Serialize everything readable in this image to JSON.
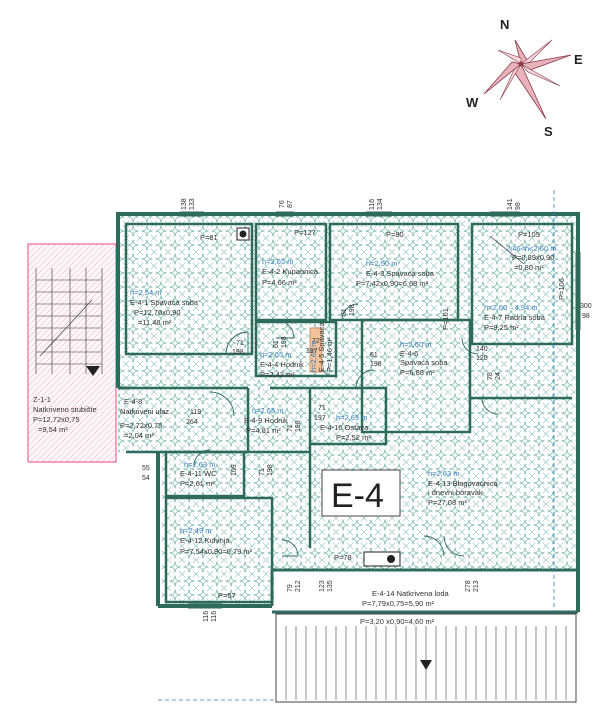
{
  "compass": {
    "n": "N",
    "e": "E",
    "s": "S",
    "w": "W",
    "colors": {
      "rose_fill": "#e8b3bc",
      "rose_stroke": "#8a3a48"
    }
  },
  "unit_label": "E-4",
  "colors": {
    "wall": "#2f6b5a",
    "floor_pattern": "#5aa899",
    "stair_hatch": "#e84a7a",
    "dim_line": "#444444",
    "height_text": "#3a7fbf"
  },
  "rooms": {
    "e41": {
      "height": "h=2,54 m",
      "name": "E-4-1 Spavaća soba",
      "formula": "P=12,76x0,90",
      "area": "=11,48 m²",
      "window": "P=81"
    },
    "e42": {
      "height": "h=2,65 m",
      "name": "E-4-2 Kupaonica",
      "area": "P=4,66 m²",
      "window": "P=127"
    },
    "e43": {
      "height": "h=2,50 m",
      "name": "E-4-3 Spavaća soba",
      "area": "P=7,42x0,90=6,68 m²",
      "window": "P=80"
    },
    "e44": {
      "height": "h=2,65 m",
      "name": "E-4-4 Hodnik",
      "area": "P=2,42 m²"
    },
    "e45": {
      "height": "h=2,65 m",
      "name": "E-4-5 Spavaća",
      "area": "P=1,46 m²"
    },
    "e46": {
      "height": "h=2,60 m",
      "name": "E-4-6",
      "sub": "Spavaća soba",
      "area": "P=6,88 m²",
      "window": "P=101"
    },
    "e47": {
      "height": "h=2,60→4,94 m",
      "name": "E-4-7 Radna soba",
      "area": "P=9,25 m²",
      "window": "P=105",
      "window_side": "P=106",
      "extra_height": "2,46<h<2,60 m",
      "extra_formula": "P=0,89x0,90",
      "extra_area": "=0,80 m²"
    },
    "e48": {
      "name": "E-4-8",
      "sub": "Natkriveni ulaz",
      "formula": "P=2,72x0,75",
      "area": "=2,04 m²"
    },
    "e49": {
      "height": "h=2,65 m",
      "name": "E-4-9 Hodnik",
      "area": "P=4,81 m²"
    },
    "e410": {
      "height": "h=2,65 m",
      "name": "E-4-10 Ostava",
      "area": "P=2,52 m²"
    },
    "e411": {
      "height": "h=2,63 m",
      "name": "E-4-11 WC",
      "area": "P=2,61 m²"
    },
    "e412": {
      "height": "h=2,49 m",
      "name": "E-4-12 Kuhinja",
      "area": "P=7,54x0,90=6,79 m²",
      "window": "P=57"
    },
    "e413": {
      "height": "h=2,63 m",
      "name": "E-4-13 Blagovaonica",
      "sub": "i dnevni boravak",
      "area": "P=27,08 m²",
      "window": "P=78"
    },
    "e414": {
      "name": "E-4-14 Natkrivena loda",
      "area": "P=7,79x0,75=5,90 m²",
      "terrace": "P=3,20 x0,90=4,60 m²"
    }
  },
  "stair": {
    "name": "Z-1-1",
    "sub": "Natkriveno stubište",
    "formula": "P=12,72x0,75",
    "area": "=9,54 m²"
  },
  "dims": {
    "d1": "138",
    "d2": "133",
    "d3": "76",
    "d4": "87",
    "d5": "116",
    "d6": "134",
    "d7": "141",
    "d8": "98",
    "d9": "300",
    "d10": "98",
    "d11": "72",
    "d12": "197",
    "d13": "71",
    "d14": "198",
    "d15": "61",
    "d16": "198",
    "d17": "61",
    "d18": "198",
    "d19": "140",
    "d20": "120",
    "d21": "78",
    "d22": "24",
    "d23": "119",
    "d24": "264",
    "d25": "71",
    "d26": "197",
    "d27": "71",
    "d28": "198",
    "d29": "55",
    "d30": "54",
    "d31": "109",
    "d32": "71",
    "d33": "198",
    "d34": "79",
    "d35": "212",
    "d36": "123",
    "d37": "135",
    "d38": "278",
    "d39": "213",
    "d40": "116",
    "d41": "116",
    "d42": "61",
    "d43": "198"
  }
}
